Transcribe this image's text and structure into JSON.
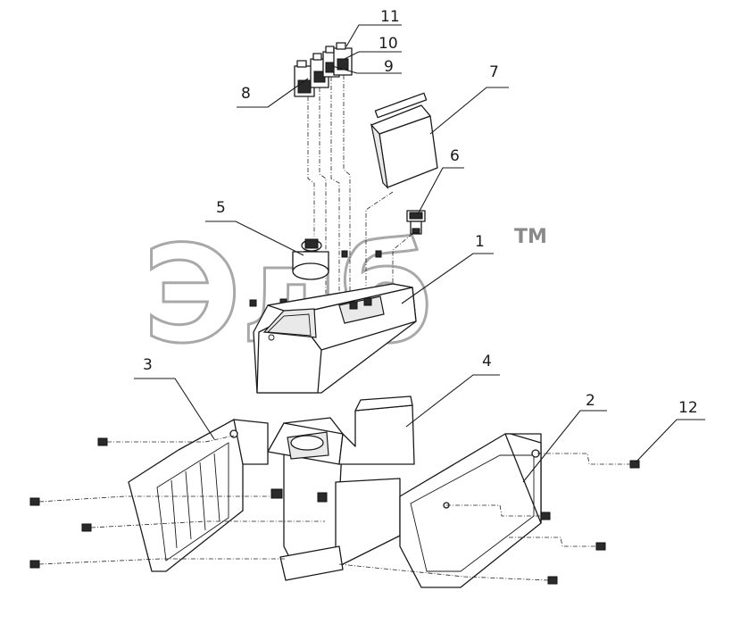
{
  "diagram": {
    "callouts": [
      "1",
      "2",
      "3",
      "4",
      "5",
      "6",
      "7",
      "8",
      "9",
      "10",
      "11",
      "12"
    ],
    "watermark": "Элб",
    "trademark": "TM"
  }
}
